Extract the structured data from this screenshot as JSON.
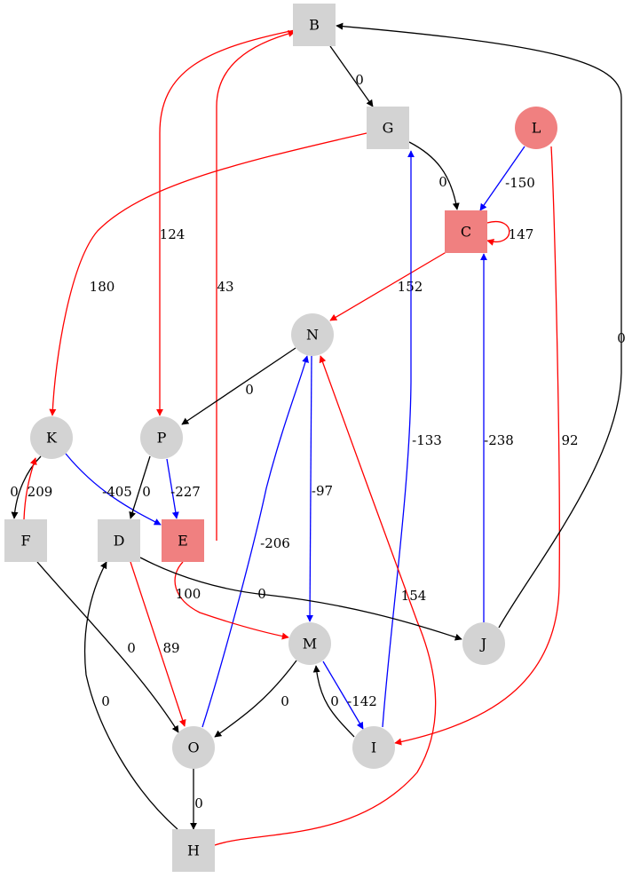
{
  "graph": {
    "colors": {
      "default_fill": "#d3d3d3",
      "highlight_fill": "#f08080",
      "black": "#000000",
      "red": "#ff0000",
      "blue": "#0000ff"
    },
    "nodes": [
      {
        "id": "B",
        "label": "B",
        "shape": "square",
        "fill": "#d3d3d3"
      },
      {
        "id": "G",
        "label": "G",
        "shape": "square",
        "fill": "#d3d3d3"
      },
      {
        "id": "L",
        "label": "L",
        "shape": "circle",
        "fill": "#f08080"
      },
      {
        "id": "C",
        "label": "C",
        "shape": "square",
        "fill": "#f08080"
      },
      {
        "id": "N",
        "label": "N",
        "shape": "circle",
        "fill": "#d3d3d3"
      },
      {
        "id": "K",
        "label": "K",
        "shape": "circle",
        "fill": "#d3d3d3"
      },
      {
        "id": "P",
        "label": "P",
        "shape": "circle",
        "fill": "#d3d3d3"
      },
      {
        "id": "F",
        "label": "F",
        "shape": "square",
        "fill": "#d3d3d3"
      },
      {
        "id": "D",
        "label": "D",
        "shape": "square",
        "fill": "#d3d3d3"
      },
      {
        "id": "E",
        "label": "E",
        "shape": "square",
        "fill": "#f08080"
      },
      {
        "id": "M",
        "label": "M",
        "shape": "circle",
        "fill": "#d3d3d3"
      },
      {
        "id": "J",
        "label": "J",
        "shape": "circle",
        "fill": "#d3d3d3"
      },
      {
        "id": "O",
        "label": "O",
        "shape": "circle",
        "fill": "#d3d3d3"
      },
      {
        "id": "I",
        "label": "I",
        "shape": "circle",
        "fill": "#d3d3d3"
      },
      {
        "id": "H",
        "label": "H",
        "shape": "square",
        "fill": "#d3d3d3"
      }
    ],
    "edges": [
      {
        "from": "B",
        "to": "G",
        "label": "0",
        "color": "#000000"
      },
      {
        "from": "B",
        "to": "P",
        "label": "124",
        "color": "#ff0000"
      },
      {
        "from": "G",
        "to": "C",
        "label": "0",
        "color": "#000000"
      },
      {
        "from": "G",
        "to": "K",
        "label": "180",
        "color": "#ff0000"
      },
      {
        "from": "L",
        "to": "C",
        "label": "-150",
        "color": "#0000ff"
      },
      {
        "from": "L",
        "to": "I",
        "label": "92",
        "color": "#ff0000"
      },
      {
        "from": "C",
        "to": "C",
        "label": "147",
        "color": "#ff0000"
      },
      {
        "from": "C",
        "to": "N",
        "label": "152",
        "color": "#ff0000"
      },
      {
        "from": "E",
        "to": "B",
        "label": "43",
        "color": "#ff0000"
      },
      {
        "from": "J",
        "to": "B",
        "label": "0",
        "color": "#000000"
      },
      {
        "from": "N",
        "to": "P",
        "label": "0",
        "color": "#000000"
      },
      {
        "from": "N",
        "to": "M",
        "label": "-97",
        "color": "#0000ff"
      },
      {
        "from": "I",
        "to": "G",
        "label": "-133",
        "color": "#0000ff"
      },
      {
        "from": "J",
        "to": "C",
        "label": "-238",
        "color": "#0000ff"
      },
      {
        "from": "K",
        "to": "F",
        "label": "0",
        "color": "#000000"
      },
      {
        "from": "F",
        "to": "K",
        "label": "209",
        "color": "#ff0000"
      },
      {
        "from": "K",
        "to": "E",
        "label": "-405",
        "color": "#0000ff"
      },
      {
        "from": "P",
        "to": "D",
        "label": "0",
        "color": "#000000"
      },
      {
        "from": "P",
        "to": "E",
        "label": "-227",
        "color": "#0000ff"
      },
      {
        "from": "O",
        "to": "N",
        "label": "-206",
        "color": "#0000ff"
      },
      {
        "from": "H",
        "to": "N",
        "label": "154",
        "color": "#ff0000"
      },
      {
        "from": "E",
        "to": "M",
        "label": "100",
        "color": "#ff0000"
      },
      {
        "from": "D",
        "to": "J",
        "label": "0",
        "color": "#000000"
      },
      {
        "from": "F",
        "to": "O",
        "label": "0",
        "color": "#000000"
      },
      {
        "from": "D",
        "to": "O",
        "label": "89",
        "color": "#ff0000"
      },
      {
        "from": "M",
        "to": "O",
        "label": "0",
        "color": "#000000"
      },
      {
        "from": "M",
        "to": "I",
        "label": "-142",
        "color": "#0000ff"
      },
      {
        "from": "I",
        "to": "M",
        "label": "0",
        "color": "#000000"
      },
      {
        "from": "O",
        "to": "H",
        "label": "0",
        "color": "#000000"
      },
      {
        "from": "H",
        "to": "D",
        "label": "0",
        "color": "#000000"
      }
    ]
  }
}
